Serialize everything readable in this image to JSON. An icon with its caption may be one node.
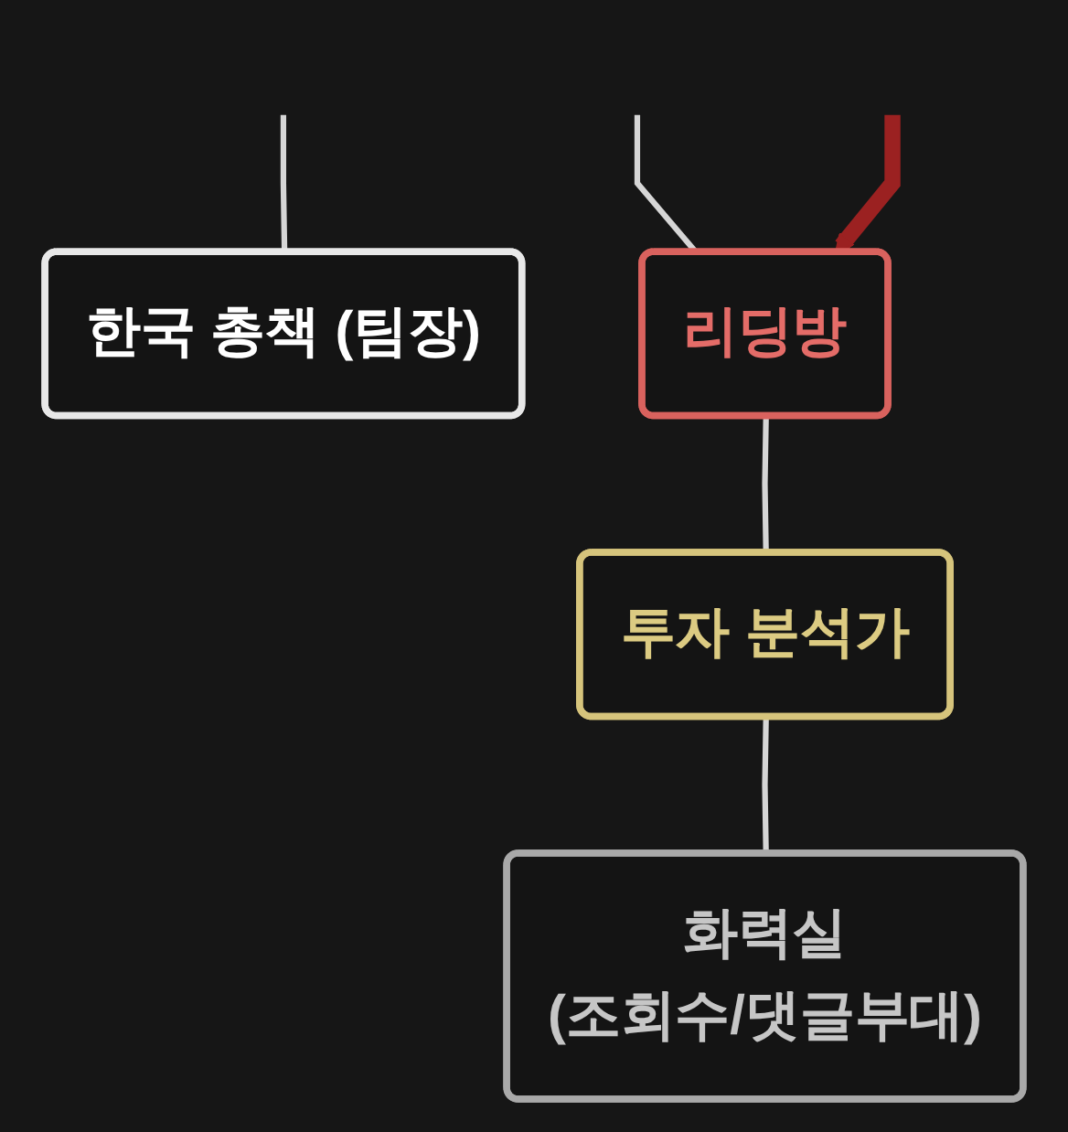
{
  "diagram": {
    "nodes": [
      {
        "text": [
          "한국 총책 (팀장)"
        ]
      },
      {
        "text": [
          "리딩방"
        ]
      },
      {
        "text": [
          "투자 분석가"
        ]
      },
      {
        "text": [
          "화력실",
          "(조회수/댓글부대)"
        ]
      }
    ],
    "edges": [
      {
        "from": null,
        "to": 0,
        "arrow": "none"
      },
      {
        "from": null,
        "to": 1,
        "arrow": "none"
      },
      {
        "from": null,
        "to": 1,
        "arrow": "to",
        "style": "thick",
        "color": "#9b2121"
      },
      {
        "from": 1,
        "to": 2,
        "arrow": "none"
      },
      {
        "from": 2,
        "to": 3,
        "arrow": "none"
      }
    ]
  }
}
